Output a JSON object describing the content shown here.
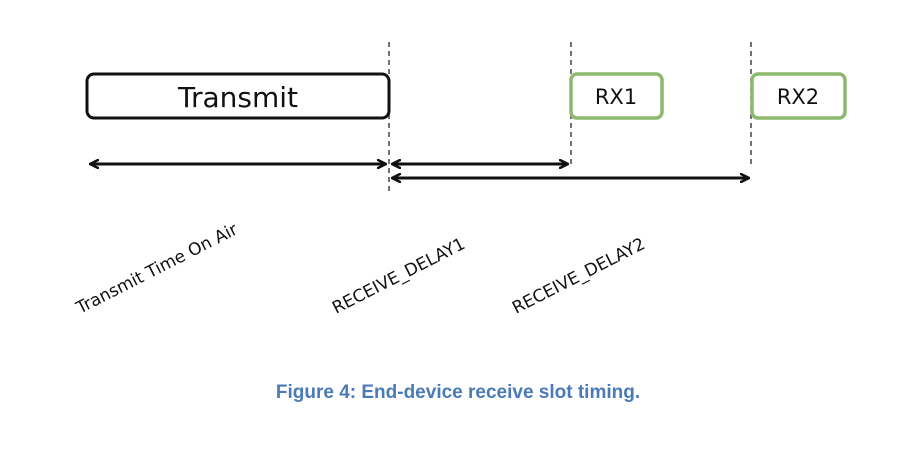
{
  "diagram": {
    "boxes": {
      "transmit": "Transmit",
      "rx1": "RX1",
      "rx2": "RX2"
    },
    "spans": {
      "time_on_air": "Transmit Time On Air",
      "receive_delay1": "RECEIVE_DELAY1",
      "receive_delay2": "RECEIVE_DELAY2"
    },
    "colors": {
      "transmit_border": "#111111",
      "rx_border": "#8db870",
      "line": "#111111",
      "caption": "#4a7ab8"
    }
  },
  "caption": "Figure 4: End-device receive slot timing."
}
